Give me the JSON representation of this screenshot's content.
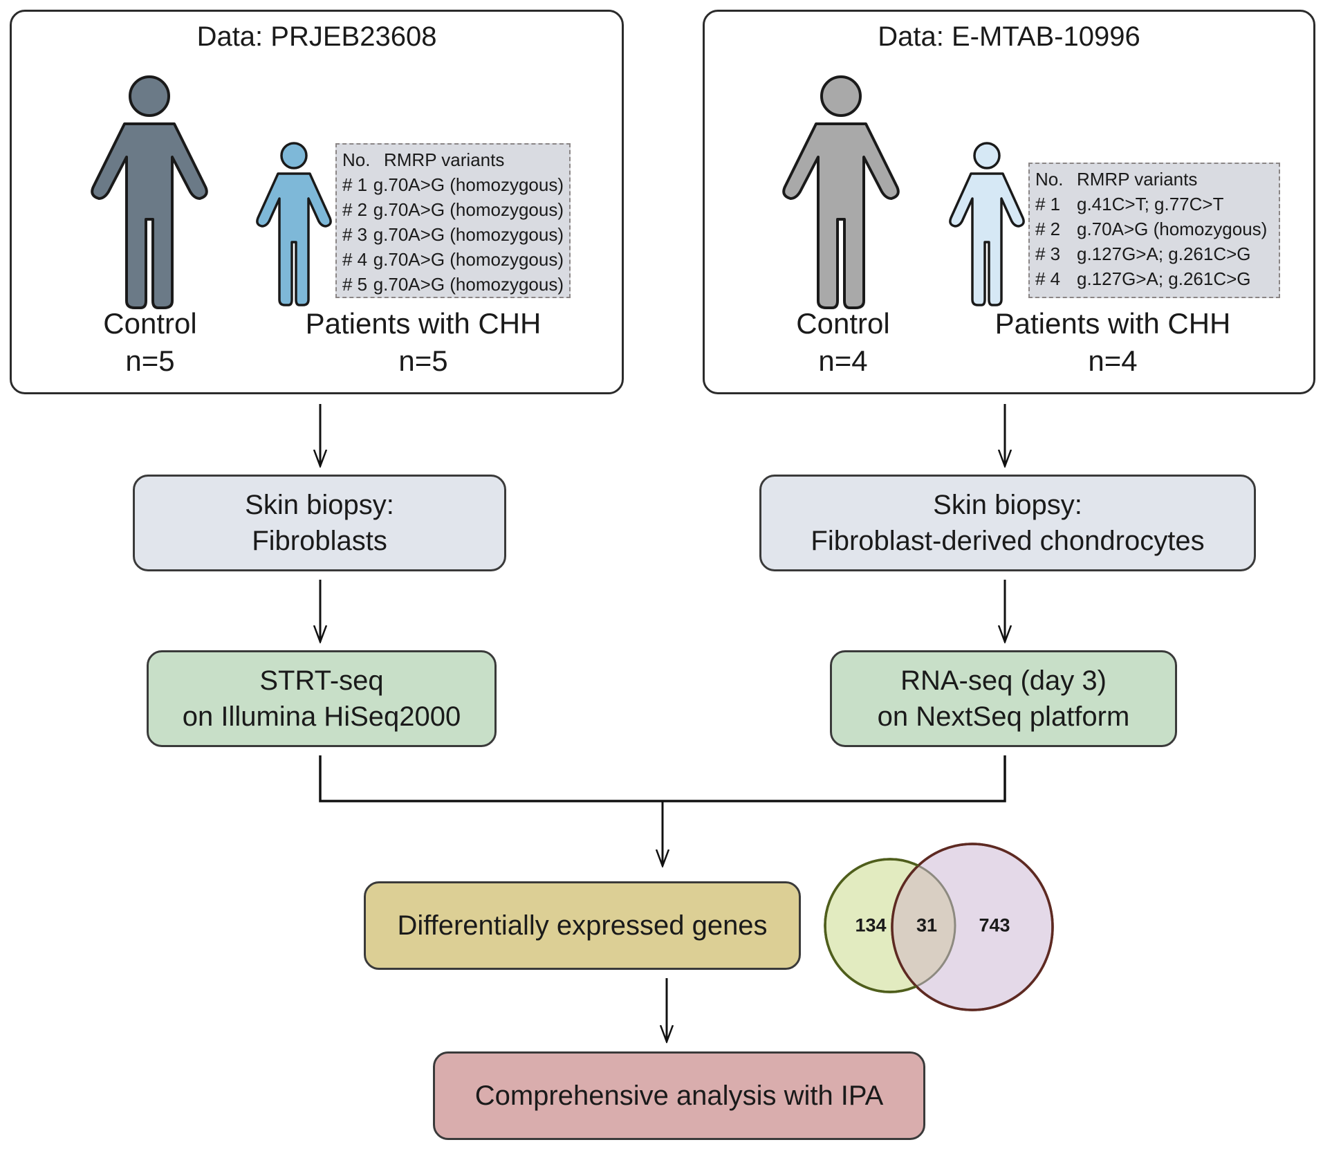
{
  "datasets": [
    {
      "title": "Data: PRJEB23608",
      "control": {
        "label": "Control",
        "n": "n=5"
      },
      "patients": {
        "label": "Patients with CHH",
        "n": "n=5"
      },
      "variants_header": {
        "no": "No.",
        "variant": "RMRP variants"
      },
      "variants": [
        {
          "no": "# 1",
          "variant": "g.70A>G (homozygous)"
        },
        {
          "no": "# 2",
          "variant": "g.70A>G (homozygous)"
        },
        {
          "no": "# 3",
          "variant": "g.70A>G (homozygous)"
        },
        {
          "no": "# 4",
          "variant": "g.70A>G (homozygous)"
        },
        {
          "no": "# 5",
          "variant": "g.70A>G (homozygous)"
        }
      ],
      "colors": {
        "control_figure": "#6b7a87",
        "patient_figure": "#7eb8d8"
      },
      "biopsy": {
        "line1": "Skin biopsy:",
        "line2": "Fibroblasts"
      },
      "sequencing": {
        "line1": "STRT-seq",
        "line2": "on  Illumina HiSeq2000"
      }
    },
    {
      "title": "Data: E-MTAB-10996",
      "control": {
        "label": "Control",
        "n": "n=4"
      },
      "patients": {
        "label": "Patients with CHH",
        "n": "n=4"
      },
      "variants_header": {
        "no": "No.",
        "variant": "RMRP variants"
      },
      "variants": [
        {
          "no": "# 1",
          "variant": "g.41C>T; g.77C>T"
        },
        {
          "no": "# 2",
          "variant": "g.70A>G (homozygous)"
        },
        {
          "no": "# 3",
          "variant": "g.127G>A; g.261C>G"
        },
        {
          "no": "# 4",
          "variant": "g.127G>A; g.261C>G"
        }
      ],
      "colors": {
        "control_figure": "#a9a9a9",
        "patient_figure": "#d6e8f5"
      },
      "biopsy": {
        "line1": "Skin biopsy:",
        "line2": "Fibroblast-derived  chondrocytes"
      },
      "sequencing": {
        "line1": "RNA-seq (day 3)",
        "line2": "on NextSeq platform"
      }
    }
  ],
  "deg": {
    "label": "Differentially expressed genes"
  },
  "venn": {
    "left_only": "134",
    "overlap": "31",
    "right_only": "743",
    "colors": {
      "left_fill": "#e2ebc0",
      "left_stroke": "#4f5e1c",
      "right_fill": "#e4d9e8",
      "right_stroke": "#5e2a22",
      "overlap_fill": "#d9cfc3"
    }
  },
  "ipa": {
    "label": "Comprehensive analysis with IPA"
  }
}
